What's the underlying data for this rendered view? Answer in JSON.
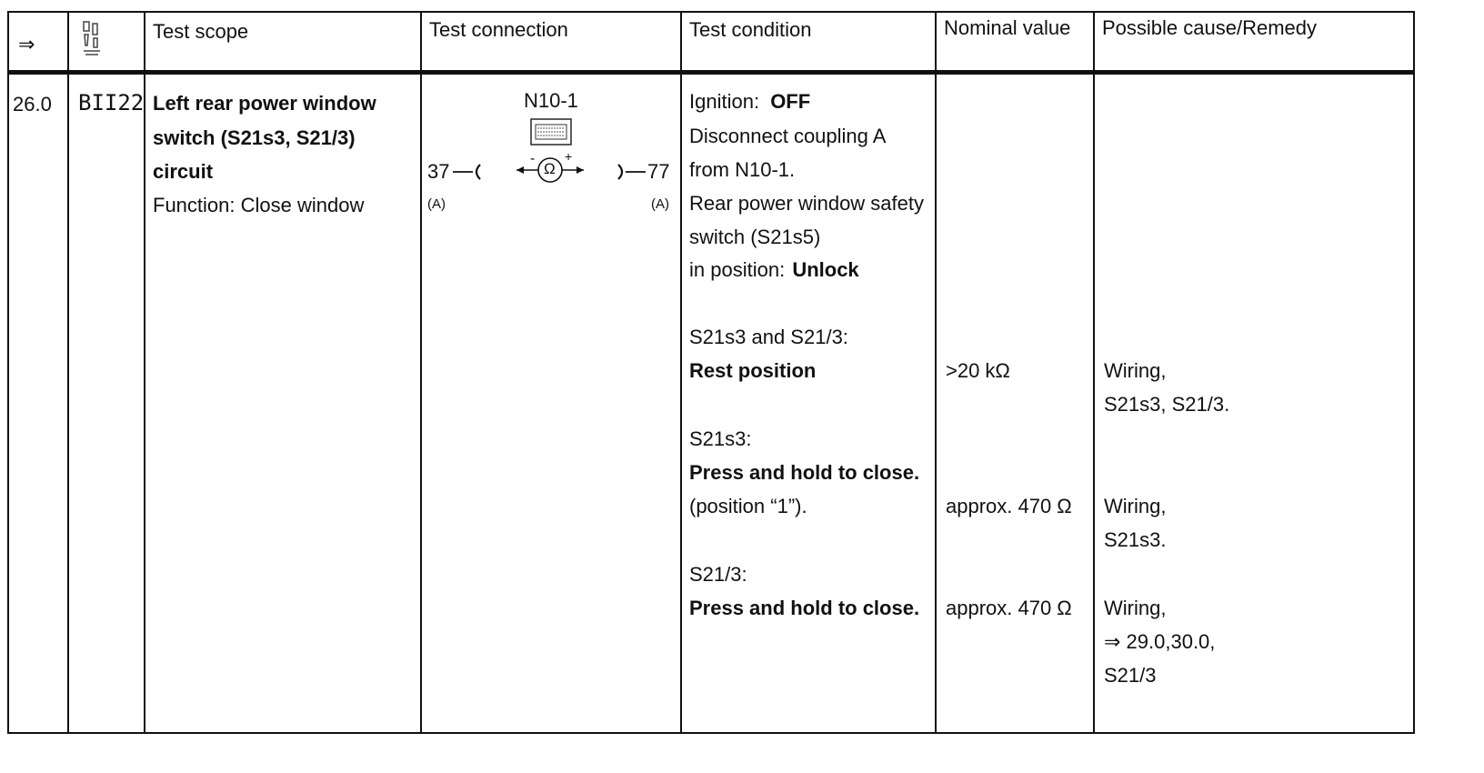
{
  "header": {
    "arrow_col": "⇒",
    "icon_col": "tool-icon",
    "test_scope": "Test scope",
    "test_connection": "Test connection",
    "test_condition": "Test condition",
    "nominal_value": "Nominal value",
    "possible_cause": "Possible cause/Remedy"
  },
  "row": {
    "step": "26.0",
    "code": "BII22",
    "scope_lines": [
      "Left rear power window",
      "switch (S21s3, S21/3)",
      "circuit"
    ],
    "scope_function": "Function: Close window",
    "connection": {
      "unit": "N10-1",
      "left_pin": "37",
      "right_pin": "77",
      "left_coupling": "(A)",
      "right_coupling": "(A)",
      "meter_symbol": "Ω",
      "minus": "-",
      "plus": "+"
    },
    "condition": {
      "ignition_label": "Ignition:",
      "ignition_value": "OFF",
      "lines": [
        "Disconnect coupling A",
        "from N10-1.",
        "Rear power window safety",
        "switch (S21s5)"
      ],
      "position_label": "in position:",
      "position_value": "Unlock",
      "s1_label": "S21s3 and S21/3:",
      "s1_state": "Rest position",
      "s2_label": "S21s3:",
      "s2_state": "Press and hold to close.",
      "s2_note": "(position “1”).",
      "s3_label": "S21/3:",
      "s3_state": "Press and hold to close."
    },
    "nominal": {
      "v1": ">20 kΩ",
      "v2": "approx. 470 Ω",
      "v3": "approx. 470 Ω"
    },
    "remedy": {
      "r1": [
        "Wiring,",
        "S21s3, S21/3."
      ],
      "r2": [
        "Wiring,",
        "S21s3."
      ],
      "r3": [
        "Wiring,",
        "⇒ 29.0,30.0,",
        "S21/3"
      ]
    }
  }
}
